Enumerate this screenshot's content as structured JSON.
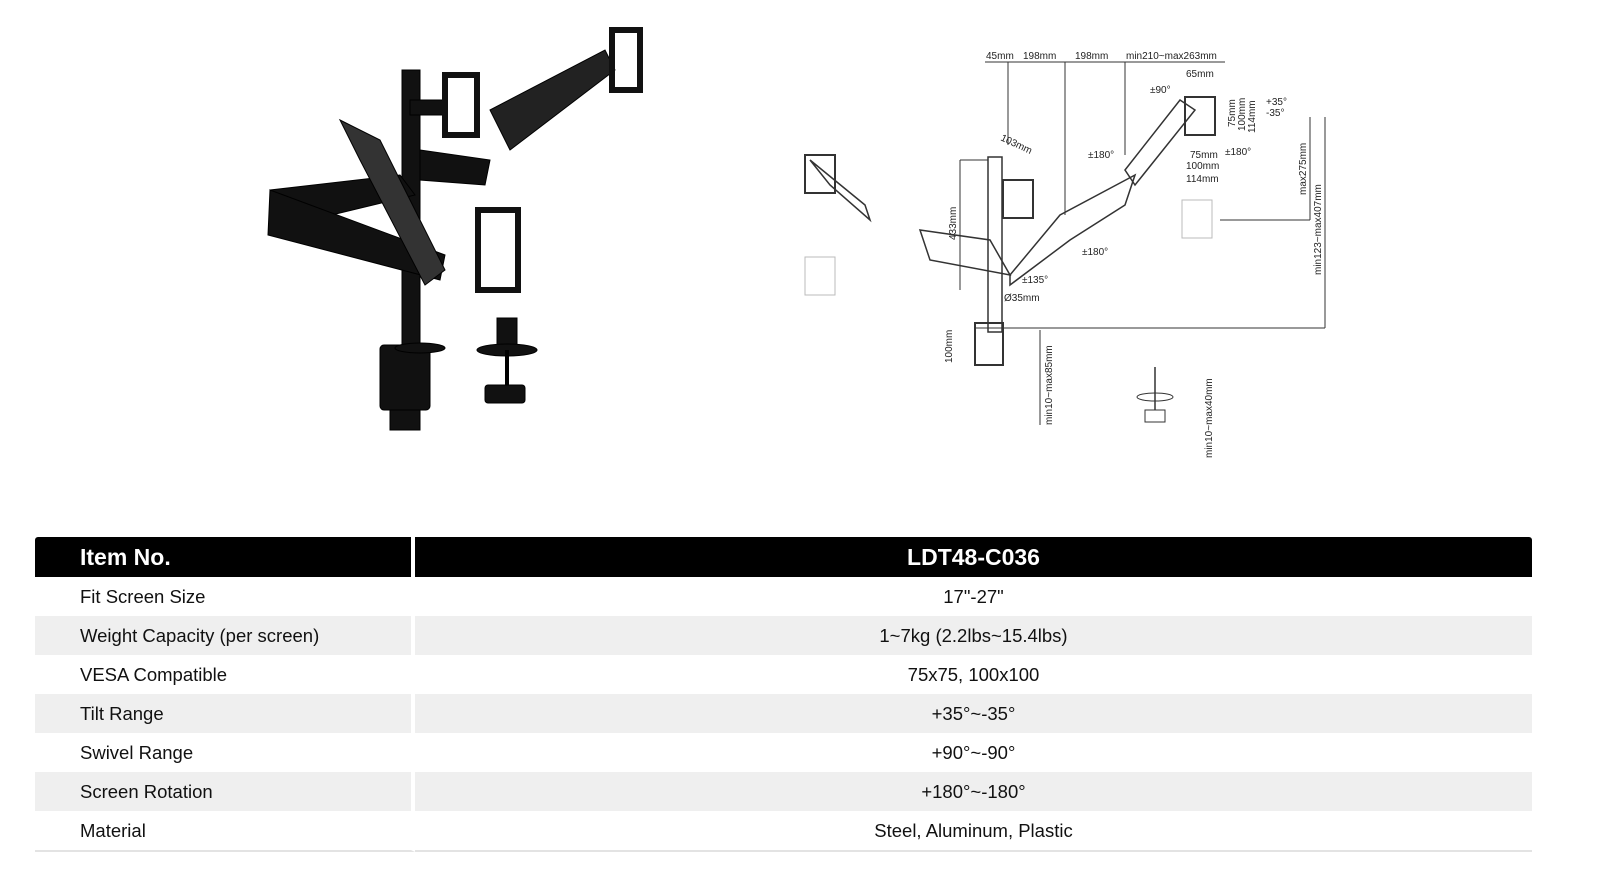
{
  "colors": {
    "header_bg": "#000000",
    "header_text": "#ffffff",
    "alt_row": "#efefef",
    "text": "#111111"
  },
  "diagram": {
    "labels": [
      "45mm",
      "198mm",
      "198mm",
      "min210~max263mm",
      "65mm",
      "±90°",
      "103mm",
      "±180°",
      "±180°",
      "±180°",
      "±135°",
      "433mm",
      "Ø35mm",
      "100mm",
      "min10~max85mm",
      "min10~max40mm",
      "75mm",
      "100mm",
      "114mm",
      "75mm",
      "100mm",
      "114mm",
      "+35°",
      "-35°",
      "max275mm",
      "min123~max407mm"
    ]
  },
  "table": {
    "header": {
      "key": "Item No.",
      "value": "LDT48-C036"
    },
    "rows": [
      {
        "key": "Fit Screen Size",
        "value": "17\"-27\""
      },
      {
        "key": "Weight Capacity (per screen)",
        "value": "1~7kg (2.2lbs~15.4lbs)"
      },
      {
        "key": "VESA Compatible",
        "value": "75x75, 100x100"
      },
      {
        "key": "Tilt Range",
        "value": "+35°~-35°"
      },
      {
        "key": "Swivel Range",
        "value": "+90°~-90°"
      },
      {
        "key": "Screen Rotation",
        "value": "+180°~-180°"
      },
      {
        "key": "Material",
        "value": "Steel, Aluminum, Plastic"
      }
    ]
  }
}
